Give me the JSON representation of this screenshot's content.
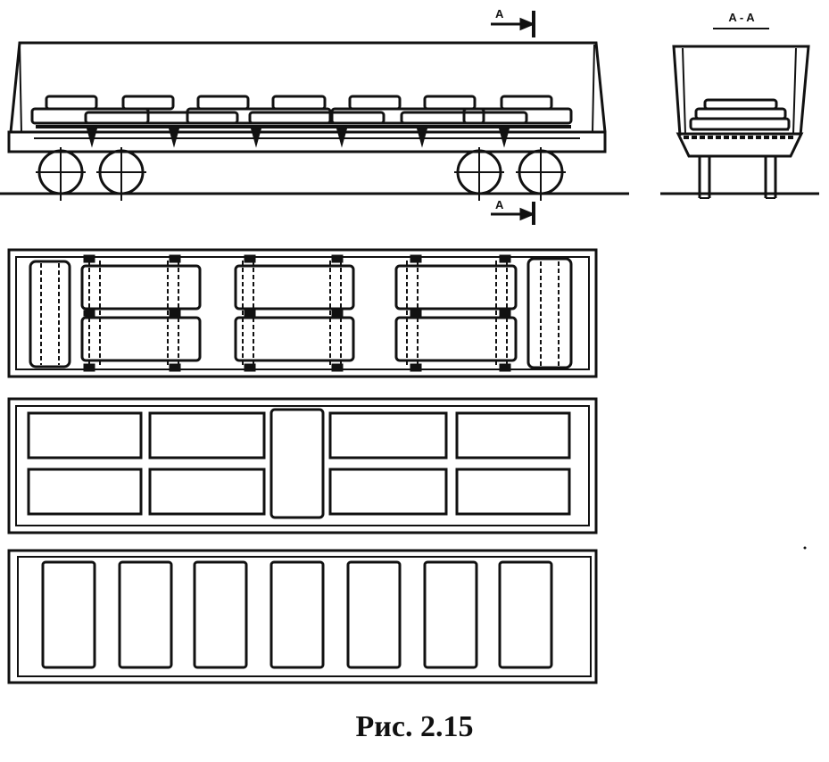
{
  "figure": {
    "caption": "Рис. 2.15",
    "section_top_label": "A",
    "section_bottom_label": "A",
    "section_view_label": "A - A"
  },
  "colors": {
    "ink": "#111111",
    "paper": "#ffffff"
  }
}
